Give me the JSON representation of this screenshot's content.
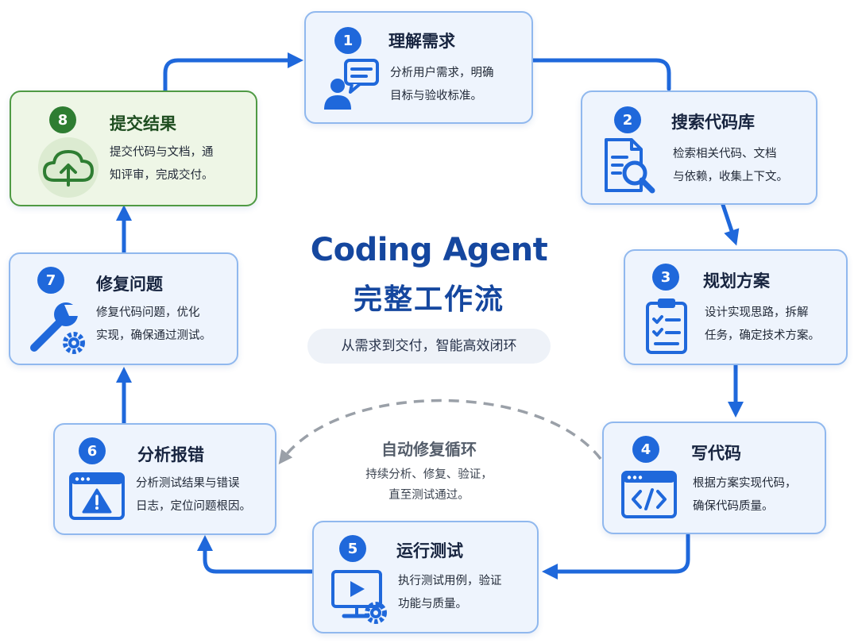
{
  "title": {
    "english": "Coding Agent",
    "chinese": "完整工作流",
    "subtitle": "从需求到交付，智能高效闭环"
  },
  "loop": {
    "title": "自动修复循环",
    "desc_line1": "持续分析、修复、验证，",
    "desc_line2": "直至测试通过。"
  },
  "steps": [
    {
      "num": "1",
      "title": "理解需求",
      "line1": "分析用户需求，明确",
      "line2": "目标与验收标准。",
      "icon": "user-chat-icon"
    },
    {
      "num": "2",
      "title": "搜索代码库",
      "line1": "检索相关代码、文档",
      "line2": "与依赖，收集上下文。",
      "icon": "document-search-icon"
    },
    {
      "num": "3",
      "title": "规划方案",
      "line1": "设计实现思路，拆解",
      "line2": "任务，确定技术方案。",
      "icon": "clipboard-checklist-icon"
    },
    {
      "num": "4",
      "title": "写代码",
      "line1": "根据方案实现代码，",
      "line2": "确保代码质量。",
      "icon": "code-window-icon"
    },
    {
      "num": "5",
      "title": "运行测试",
      "line1": "执行测试用例，验证",
      "line2": "功能与质量。",
      "icon": "monitor-play-gear-icon"
    },
    {
      "num": "6",
      "title": "分析报错",
      "line1": "分析测试结果与错误",
      "line2": "日志，定位问题根因。",
      "icon": "warning-window-icon"
    },
    {
      "num": "7",
      "title": "修复问题",
      "line1": "修复代码问题，优化",
      "line2": "实现，确保通过测试。",
      "icon": "wrench-gear-icon"
    },
    {
      "num": "8",
      "title": "提交结果",
      "line1": "提交代码与文档，通",
      "line2": "知评审，完成交付。",
      "icon": "cloud-upload-icon"
    }
  ],
  "colors": {
    "primary_blue": "#1f68db",
    "card_blue_bg": "#eef4fd",
    "card_blue_border": "#90b8ee",
    "submit_green": "#2e7d32",
    "card_green_bg": "#eef6e6",
    "title_blue": "#15479f",
    "loop_gray": "#9aa0a8"
  }
}
